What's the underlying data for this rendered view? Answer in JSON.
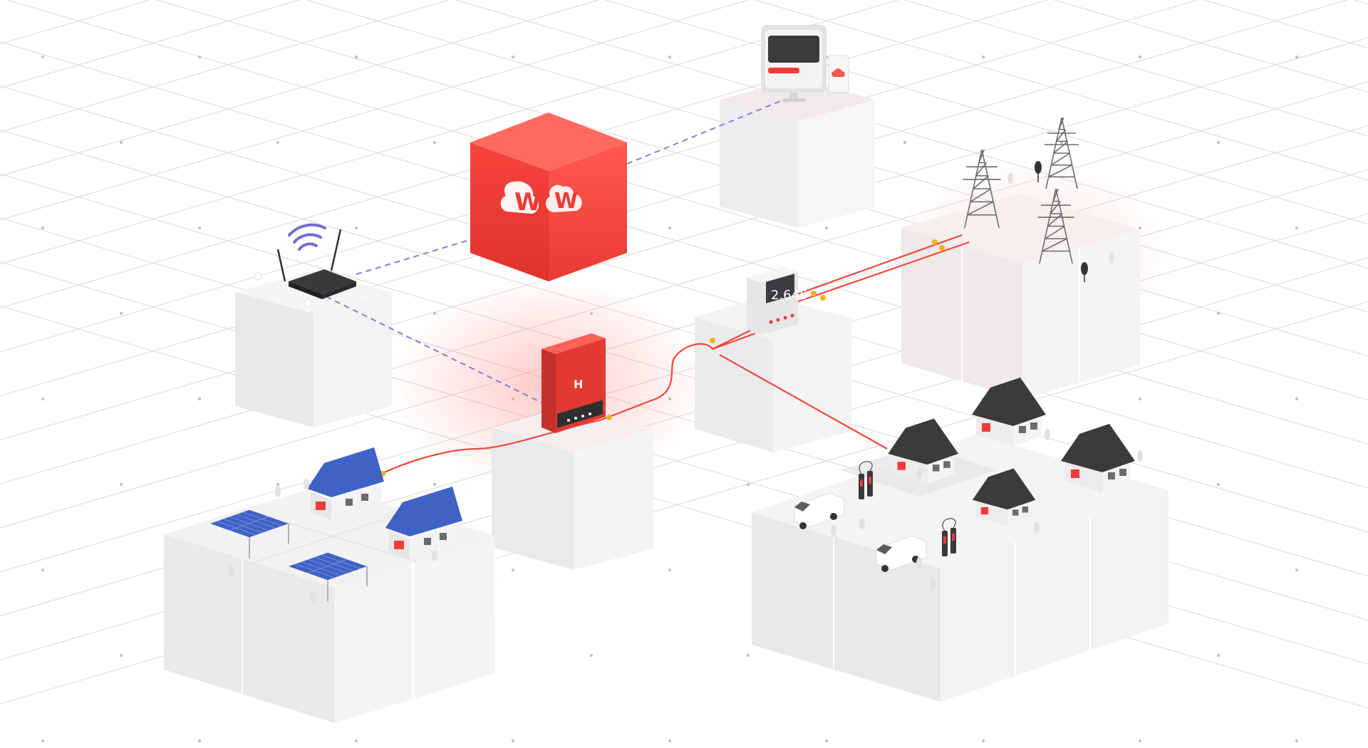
{
  "meter": {
    "reading": "2.645"
  },
  "brand": {
    "logo_letter": "W",
    "inverter_letter": "H"
  },
  "colors": {
    "accent": "#ef3b36",
    "power_line": "#ee4a3c",
    "data_line": "#7f7fdc",
    "junction": "#f6b21d",
    "panel": "#3f62c6",
    "roof_dark": "#3b3b3b",
    "grid_line": "#d8d8dc"
  },
  "icons": {
    "router": "wifi-router-icon",
    "cloud": "cloud-icon",
    "monitor": "monitor-icon",
    "inverter": "inverter-icon",
    "meter": "smart-meter-icon",
    "pylon": "power-pylon-icon",
    "house": "house-icon",
    "solar": "solar-panel-icon",
    "ev": "ev-charger-icon",
    "van": "van-icon"
  }
}
